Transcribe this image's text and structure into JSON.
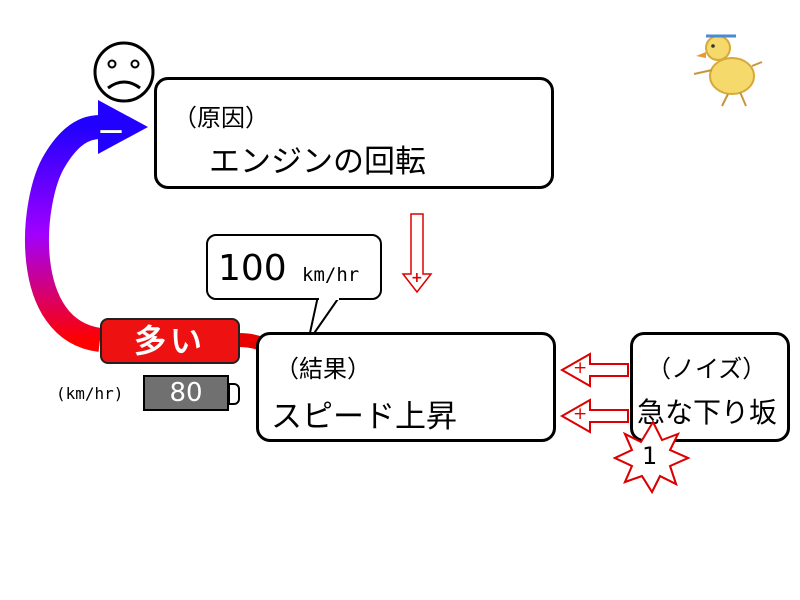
{
  "cause": {
    "tag": "（原因）",
    "title": "エンジンの回転"
  },
  "result": {
    "tag": "（結果）",
    "title": "スピード上昇"
  },
  "noise": {
    "tag": "（ノイズ）",
    "title": "急な下り坂",
    "burst_number": "1"
  },
  "callout": {
    "value": "100",
    "unit": "km/hr"
  },
  "feedback": {
    "label": "多い",
    "minus_sign": "－"
  },
  "setpoint": {
    "unit_label": "(km/hr)",
    "value": "80"
  },
  "signs": {
    "plus": "+"
  },
  "colors": {
    "cause_arrow": "#0000cc",
    "result_arrow": "#dd0000",
    "feedback_label_bg": "#ee1111",
    "setpoint_bg": "#707070"
  },
  "icons": {
    "face": "sad-face-icon",
    "duck": "duck-icon"
  }
}
